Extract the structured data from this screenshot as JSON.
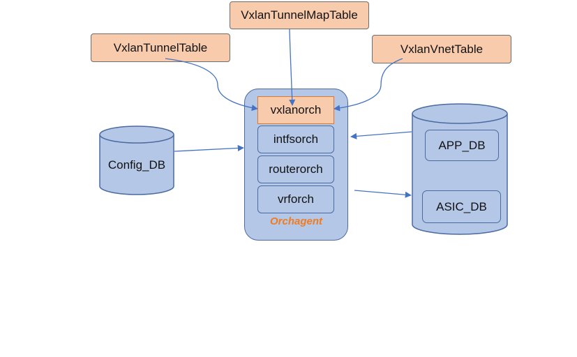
{
  "tables": {
    "tunnel_map": "VxlanTunnelMapTable",
    "tunnel": "VxlanTunnelTable",
    "vnet": "VxlanVnetTable"
  },
  "orchagent": {
    "label": "Orchagent",
    "items": [
      "vxlanorch",
      "intfsorch",
      "routerorch",
      "vrforch"
    ]
  },
  "config_db": {
    "label": "Config_DB"
  },
  "app_asic_db": {
    "app_label": "APP_DB",
    "asic_label": "ASIC_DB"
  },
  "colors": {
    "table_fill": "#f8cbad",
    "blue_fill": "#b4c7e7",
    "blue_border": "#4a6aa0",
    "arrow": "#4472c4",
    "orchagent_label": "#f07c22"
  }
}
